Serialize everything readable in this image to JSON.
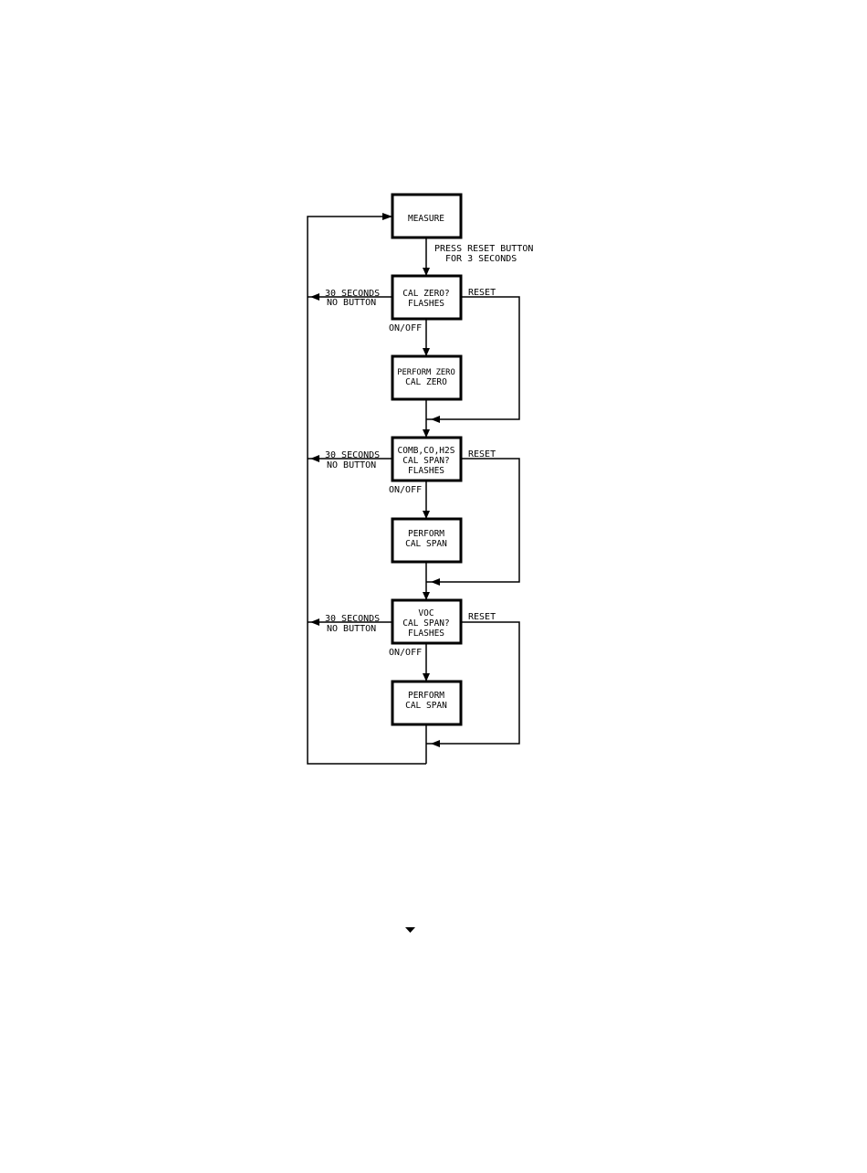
{
  "flowchart": {
    "nodes": {
      "measure": [
        "MEASURE"
      ],
      "cal_zero_prompt": [
        "CAL ZERO?",
        "FLASHES"
      ],
      "perform_zero": [
        "PERFORM ZERO",
        "CAL ZERO"
      ],
      "comb_span_prompt": [
        "COMB,CO,H2S",
        "CAL SPAN?",
        "FLASHES"
      ],
      "perform_span_1": [
        "PERFORM",
        "CAL SPAN"
      ],
      "voc_span_prompt": [
        "VOC",
        "CAL SPAN?",
        "FLASHES"
      ],
      "perform_span_2": [
        "PERFORM",
        "CAL SPAN"
      ]
    },
    "edge_labels": {
      "press_reset": [
        "PRESS RESET BUTTON",
        "FOR 3 SECONDS"
      ],
      "timeout": [
        "30 SECONDS",
        "NO BUTTON"
      ],
      "on_off": "ON/OFF",
      "reset": "RESET"
    },
    "colors": {
      "stroke": "#000000",
      "background": "#ffffff"
    }
  },
  "footer": {
    "marker_icon": "down-triangle-icon"
  }
}
